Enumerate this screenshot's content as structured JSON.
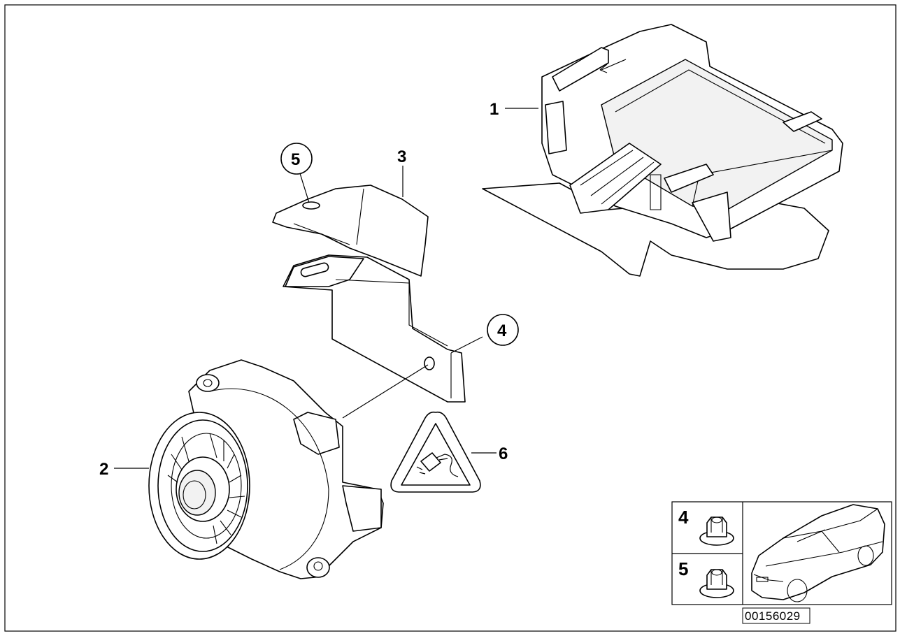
{
  "diagram": {
    "callouts": [
      {
        "id": "1",
        "label": "1"
      },
      {
        "id": "2",
        "label": "2"
      },
      {
        "id": "3",
        "label": "3"
      },
      {
        "id": "4",
        "label": "4"
      },
      {
        "id": "5",
        "label": "5"
      },
      {
        "id": "6",
        "label": "6"
      }
    ],
    "parts": [
      {
        "callout": "1",
        "icon": "alarm-control-module-icon"
      },
      {
        "callout": "2",
        "icon": "siren-horn-icon"
      },
      {
        "callout": "3",
        "icon": "mounting-bracket-icon"
      },
      {
        "callout": "6",
        "icon": "warning-label-icon"
      }
    ],
    "legend": {
      "items": [
        {
          "label": "4",
          "icon": "flange-nut-icon"
        },
        {
          "label": "5",
          "icon": "flange-nut-icon"
        }
      ],
      "car_icon": "sedan-car-icon"
    },
    "reference_number": "00156029"
  }
}
